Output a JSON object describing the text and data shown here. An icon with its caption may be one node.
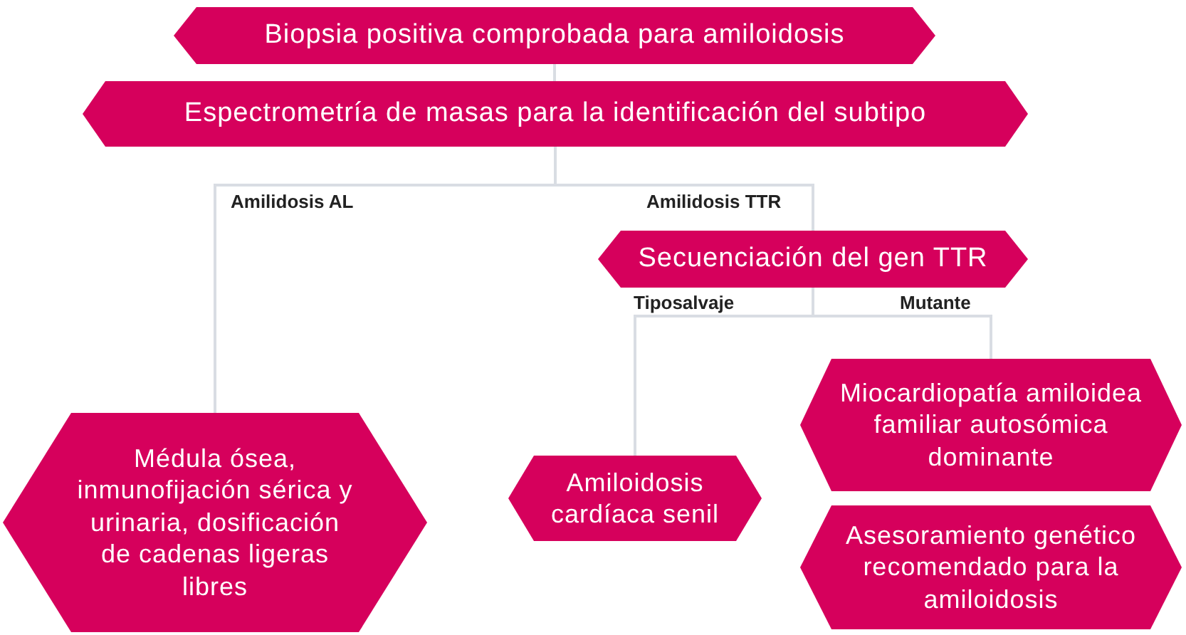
{
  "diagram": {
    "nodes": [
      {
        "text": [
          "Biopsia positiva comprobada para amiloidosis"
        ]
      },
      {
        "text": [
          "Espectrometría de masas para la identificación del subtipo"
        ]
      },
      {
        "text": [
          "Secuenciación del gen TTR"
        ]
      },
      {
        "text": [
          "Médula ósea, inmunofijación sérica y urinaria, dosificación de cadenas ligeras libres"
        ]
      },
      {
        "text": [
          "Amiloidosis cardíaca senil"
        ]
      },
      {
        "text": [
          "Miocardiopatía amiloidea familiar autosómica dominante"
        ]
      },
      {
        "text": [
          "Asesoramiento genético recomendado para la amiloidosis"
        ]
      }
    ],
    "edges": [
      {
        "from": 0,
        "to": 1,
        "arrow": "none"
      },
      {
        "from": 1,
        "to": 3,
        "arrow": "none",
        "label": "Amilidosis AL"
      },
      {
        "from": 1,
        "to": 2,
        "arrow": "none",
        "label": "Amilidosis TTR"
      },
      {
        "from": 2,
        "to": 4,
        "arrow": "none",
        "label": "Tiposalvaje"
      },
      {
        "from": 2,
        "to": 5,
        "arrow": "none",
        "label": "Mutante"
      }
    ]
  }
}
